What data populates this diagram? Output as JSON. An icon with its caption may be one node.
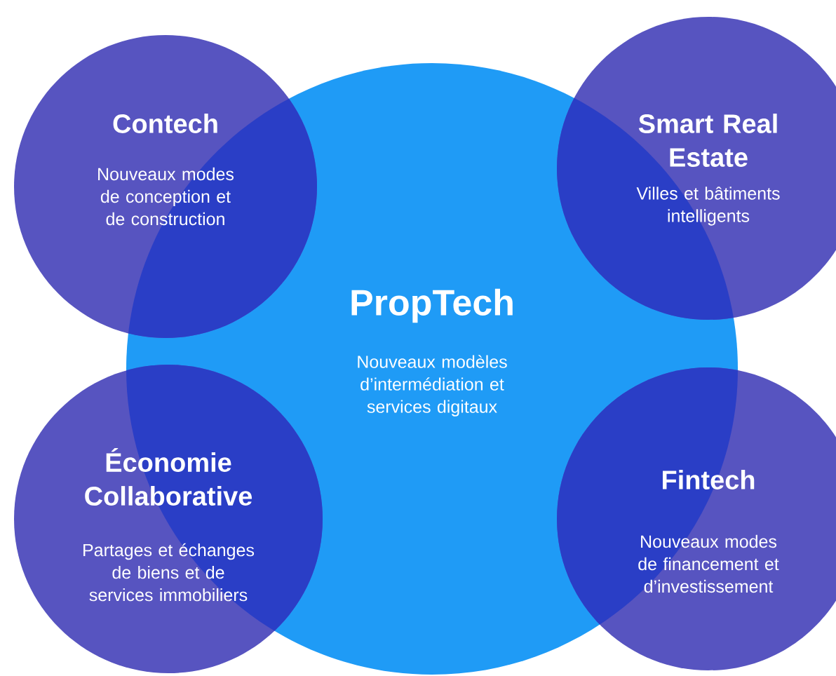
{
  "diagram": {
    "nodes": [
      {
        "text": [
          "PropTech",
          "Nouveaux modèles d’intermédiation et services digitaux"
        ]
      },
      {
        "text": [
          "Contech",
          "Nouveaux modes de conception et de construction"
        ]
      },
      {
        "text": [
          "Smart Real Estate",
          "Villes et bâtiments intelligents"
        ]
      },
      {
        "text": [
          "Économie Collaborative",
          "Partages et échanges de biens et de services immobiliers"
        ]
      },
      {
        "text": [
          "Fintech",
          "Nouveaux modes de financement et d’investissement"
        ]
      }
    ]
  }
}
